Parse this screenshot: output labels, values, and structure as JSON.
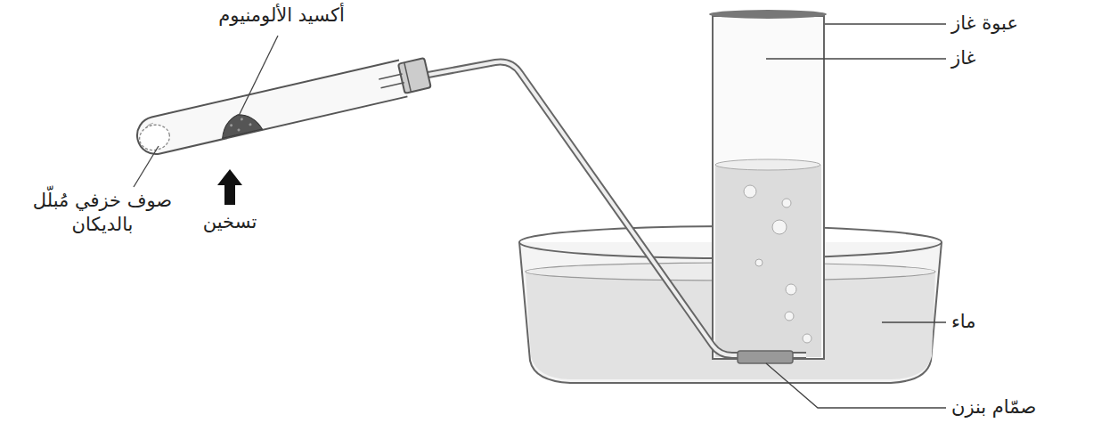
{
  "diagram": {
    "labels": [
      "أكسيد الألومنيوم",
      "صوف خزفي مُبلّل بالديكان",
      "تسخين",
      "عبوة غاز",
      "غاز",
      "ماء",
      "صمّام بنزن"
    ]
  }
}
